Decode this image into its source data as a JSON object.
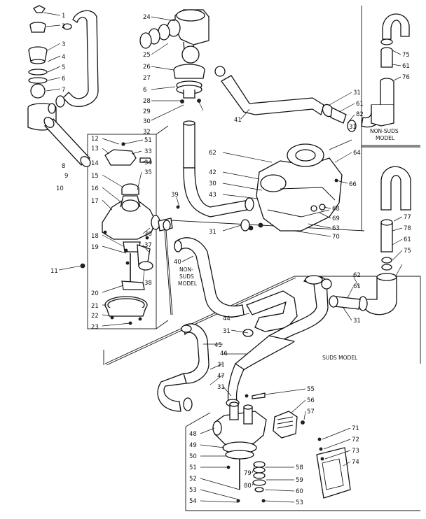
{
  "diagram": {
    "labels": {
      "non_suds_model_top": [
        "NON-SUDS",
        "MODEL"
      ],
      "non_suds_model_mid": [
        "NON-",
        "SUDS",
        "MODEL"
      ],
      "suds_model": "SUDS MODEL"
    },
    "callouts": {
      "left_column": [
        "1",
        "2",
        "3",
        "4",
        "5",
        "6",
        "7",
        "8",
        "9",
        "10"
      ],
      "top_center": [
        "24",
        "25",
        "26",
        "27",
        "6",
        "28",
        "29",
        "30",
        "32"
      ],
      "pump_left": [
        "12",
        "13",
        "14",
        "15",
        "16",
        "17",
        "18",
        "19",
        "20",
        "21",
        "22",
        "23"
      ],
      "pump_right": [
        "51",
        "33",
        "34",
        "35",
        "36",
        "37",
        "38"
      ],
      "sump_right": [
        "62",
        "42",
        "30",
        "43",
        "64",
        "66",
        "68",
        "69",
        "63",
        "70"
      ],
      "right_top": [
        "75",
        "61",
        "76",
        "31",
        "61",
        "82"
      ],
      "right_mid": [
        "77",
        "78",
        "61",
        "75",
        "62",
        "61",
        "31"
      ],
      "misc": [
        "31",
        "41",
        "39",
        "11",
        "40",
        "31",
        "44",
        "31",
        "45",
        "46",
        "31",
        "47",
        "31"
      ],
      "bottom_pump": [
        "48",
        "49",
        "50",
        "51",
        "52",
        "53",
        "54",
        "79",
        "80",
        "58",
        "59",
        "60",
        "53",
        "55",
        "56",
        "57",
        "71",
        "72",
        "73",
        "74"
      ]
    }
  }
}
